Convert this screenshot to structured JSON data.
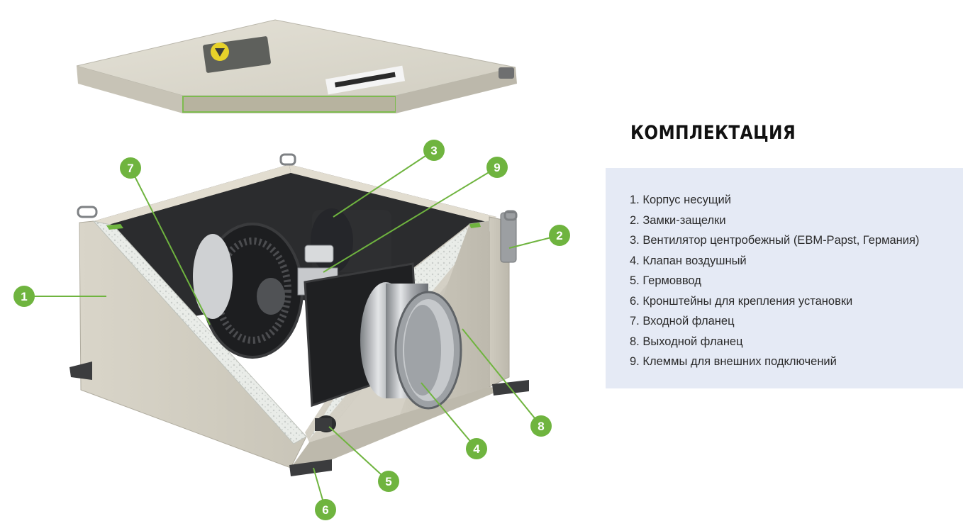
{
  "heading": "КОМПЛЕКТАЦИЯ",
  "components": [
    "1. Корпус несущий",
    "2. Замки-защелки",
    "3. Вентилятор центробежный (EBM-Papst, Германия)",
    "4. Клапан воздушный",
    "5. Гермоввод",
    "6. Кронштейны для крепления установки",
    "7. Входной фланец",
    "8. Выходной фланец",
    "9. Клеммы для внешних подключений"
  ],
  "callouts": [
    "1",
    "2",
    "3",
    "4",
    "5",
    "6",
    "7",
    "8",
    "9"
  ],
  "colors": {
    "callout_green": "#6fb43f",
    "panel_background": "#e5eaf5",
    "housing_beige": "#d8d4c8",
    "insulation_green": "#8fc26a"
  },
  "icons": [
    "lid-logo-icon",
    "lid-brand-label"
  ]
}
